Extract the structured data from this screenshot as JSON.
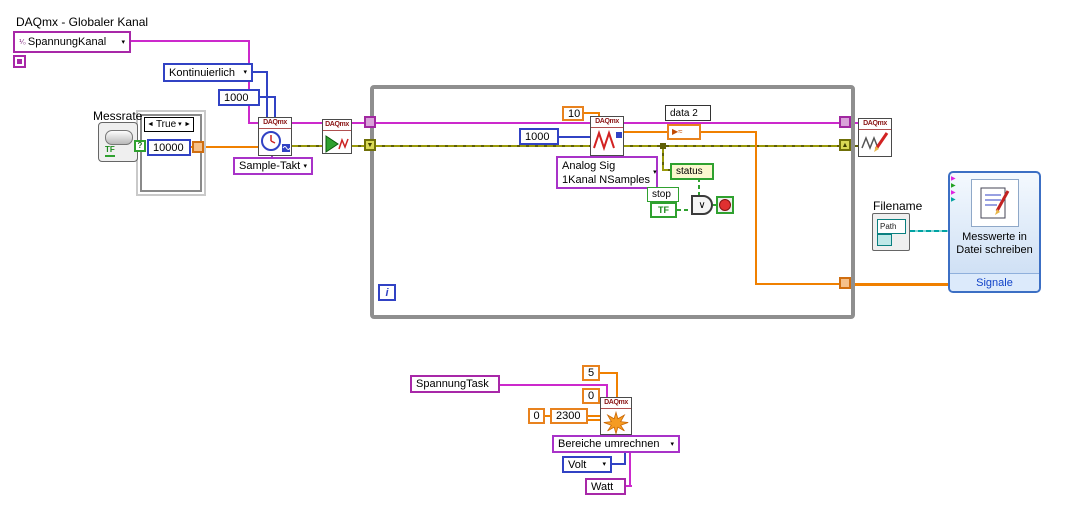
{
  "glyphs": {
    "dropdown": "▾",
    "case_prev": "◄",
    "case_next": "►",
    "shift_down": "▼",
    "shift_up": "▲",
    "selector_question": "?",
    "or_symbol": "∨",
    "expand_arrow": "▶",
    "local_var_glyph": "▶≈",
    "io_mini": "⅟₀"
  },
  "daqmx": {
    "label": "DAQmx"
  },
  "top_left": {
    "heading": "DAQmx - Globaler Kanal",
    "channel_constant": "SpannungKanal",
    "continuous_enum": "Kontinuierlich",
    "buffer_constant": "1000",
    "messrate_label": "Messrate",
    "tf": "TF",
    "case_selector": "True",
    "rate_constant": "10000",
    "sample_clock_enum": "Sample-Takt"
  },
  "loop": {
    "samples_constant": "1000",
    "timeout_constant": "10",
    "local_variable": "data 2",
    "read_mode_line1": "Analog Sig",
    "read_mode_line2": "1Kanal NSamples",
    "status": "status",
    "stop_label": "stop",
    "stop_tf": "TF",
    "iteration": "i"
  },
  "file_write": {
    "filename_label": "Filename",
    "path_text": "Path",
    "title_line1": "Messwerte in",
    "title_line2": "Datei schreiben",
    "port": "Signale"
  },
  "convert": {
    "task_constant": "SpannungTask",
    "max_constant": "5",
    "min_constant": "0",
    "offset_constant": "0",
    "scale_constant": "2300",
    "mode_enum": "Bereiche umrechnen",
    "from_unit": "Volt",
    "to_unit": "Watt"
  }
}
